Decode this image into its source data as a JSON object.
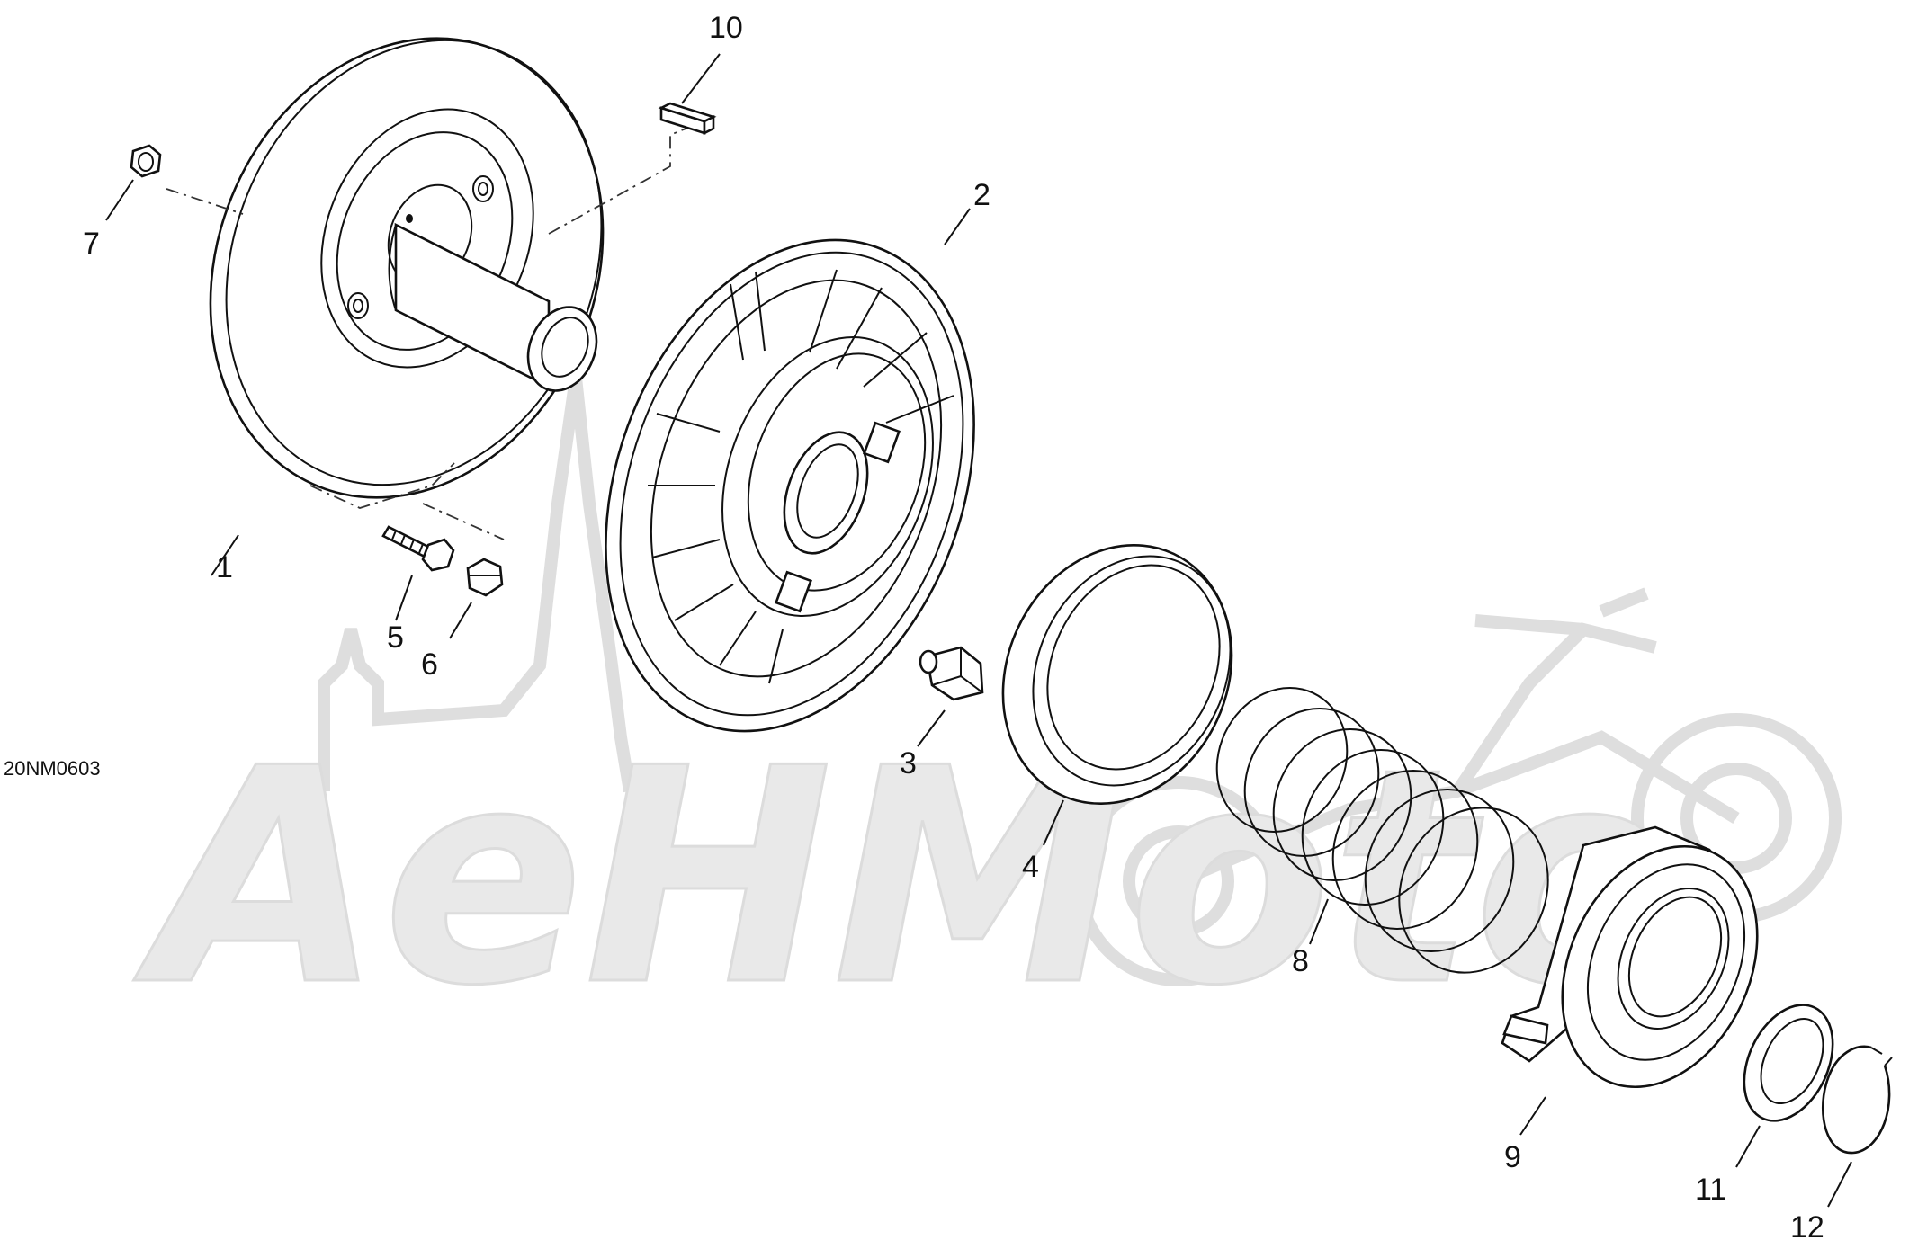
{
  "drawing_code": "20NM0603",
  "watermark": "AeHMoto",
  "callouts": {
    "c1": "1",
    "c2": "2",
    "c3": "3",
    "c4": "4",
    "c5": "5",
    "c6": "6",
    "c7": "7",
    "c8": "8",
    "c9": "9",
    "c10": "10",
    "c11": "11",
    "c12": "12"
  }
}
